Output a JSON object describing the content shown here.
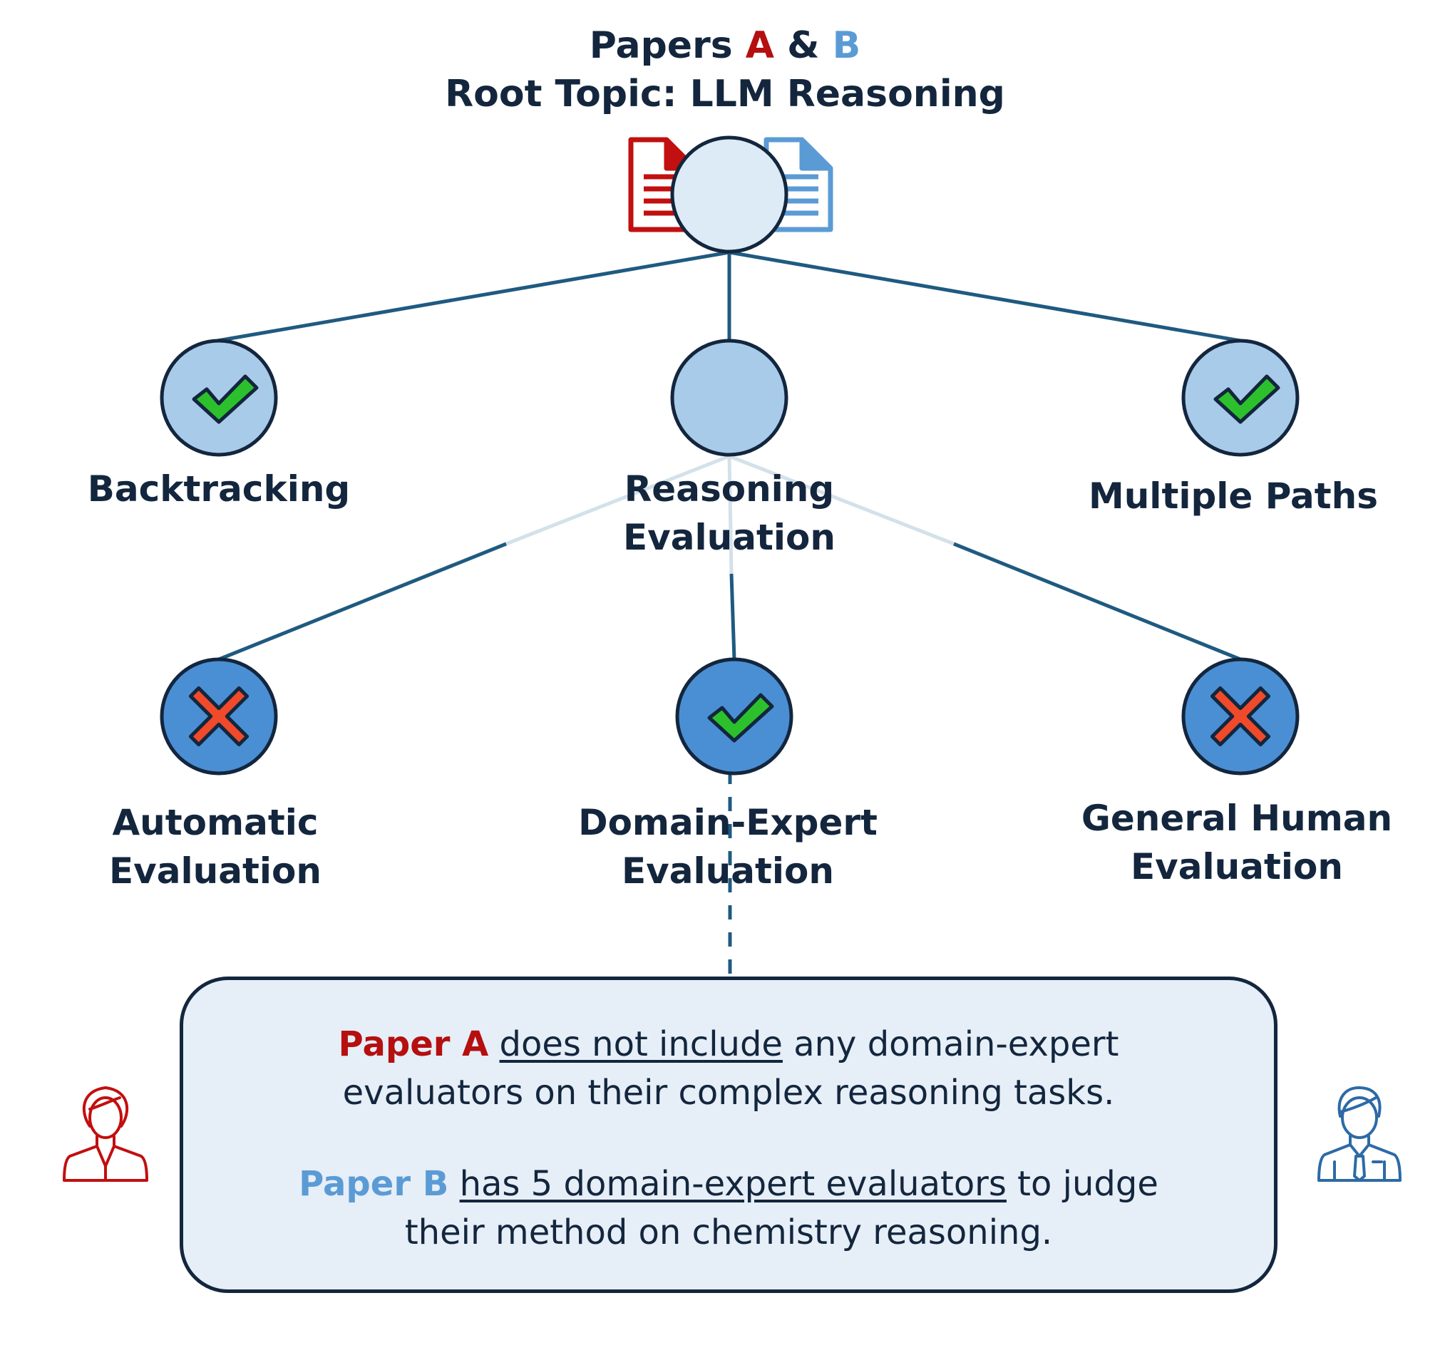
{
  "title": {
    "prefix": "Papers ",
    "paper_a": "A",
    "amp": " & ",
    "paper_b": "B",
    "line2": "Root Topic: LLM Reasoning"
  },
  "nodes": {
    "backtracking": "Backtracking",
    "reasoning_eval_1": "Reasoning",
    "reasoning_eval_2": "Evaluation",
    "multiple_paths": "Multiple Paths",
    "automatic_1": "Automatic",
    "automatic_2": "Evaluation",
    "domain_expert_1": "Domain-Expert",
    "domain_expert_2": "Evaluation",
    "general_human_1": "General Human",
    "general_human_2": "Evaluation"
  },
  "node_status": {
    "backtracking": "check",
    "reasoning_evaluation": "none",
    "multiple_paths": "check",
    "automatic_evaluation": "cross",
    "domain_expert_evaluation": "check",
    "general_human_evaluation": "cross"
  },
  "callout": {
    "a_label": "Paper A",
    "a_underlined": "does not include",
    "a_rest1": " any domain-expert",
    "a_line2": "evaluators on their complex reasoning tasks.",
    "b_label": "Paper B",
    "b_underlined": "has 5 domain-expert evaluators",
    "b_rest1": " to judge",
    "b_line2": "their method on chemistry reasoning."
  },
  "colors": {
    "paper_a": "#b50f0f",
    "paper_b": "#5b9bd5",
    "edge": "#1f5a80",
    "root_fill": "#ddebf7",
    "level1_fill": "#a9cbea",
    "level2_fill": "#4a8fd4",
    "check": "#2cc12c",
    "cross": "#f04a2a"
  },
  "icons": [
    "paper-a-document-icon",
    "paper-b-document-icon",
    "female-evaluator-icon",
    "male-evaluator-icon"
  ]
}
